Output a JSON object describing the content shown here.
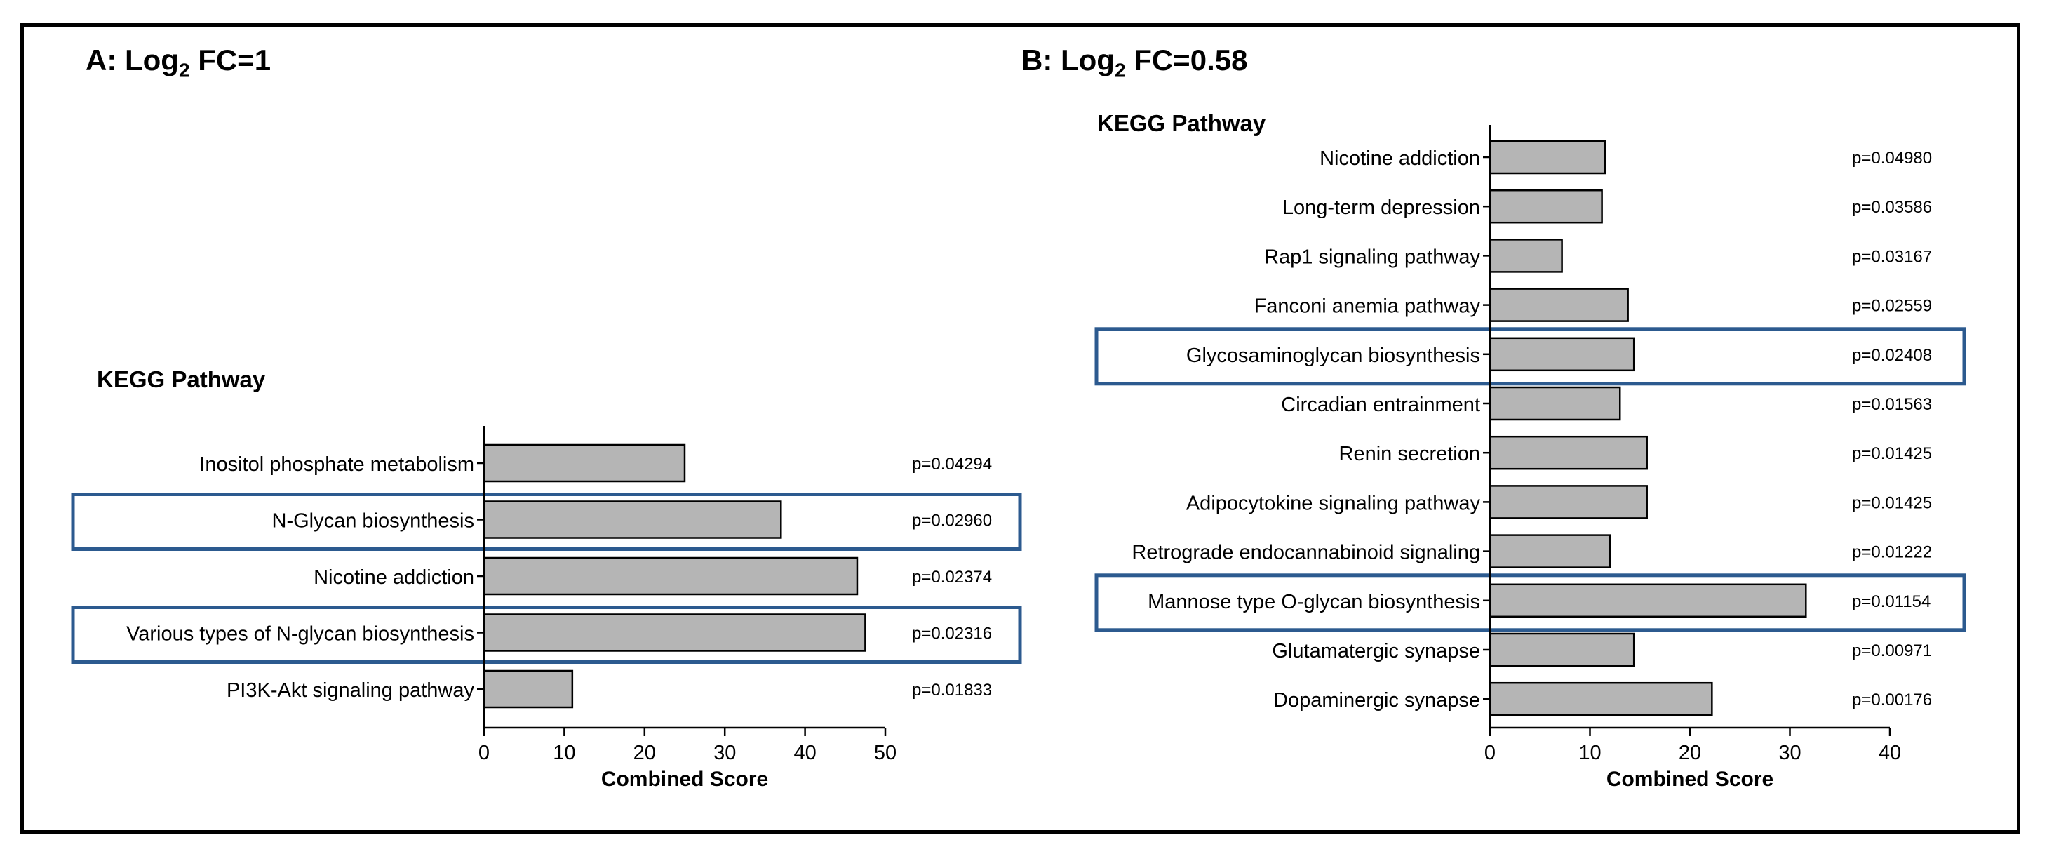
{
  "panels": [
    {
      "title": {
        "prefix": "A: Log",
        "subscript": "2",
        "suffix": " FC=1"
      },
      "kegg_heading": "KEGG Pathway"
    },
    {
      "title": {
        "prefix": "B: Log",
        "subscript": "2",
        "suffix": " FC=0.58"
      },
      "kegg_heading": "KEGG Pathway"
    }
  ],
  "colors": {
    "bar_fill": "#b5b5b5",
    "bar_stroke": "#000000",
    "highlight_box": "#2c5a8f",
    "border": "#000000"
  },
  "chart_data": [
    {
      "type": "bar",
      "orientation": "horizontal",
      "title": "A: Log2 FC=1",
      "heading": "KEGG Pathway",
      "categories": [
        "Inositol phosphate metabolism",
        "N-Glycan biosynthesis",
        "Nicotine addiction",
        "Various types of N-glycan biosynthesis",
        "PI3K-Akt signaling pathway"
      ],
      "values": [
        25,
        37,
        46.5,
        47.5,
        11
      ],
      "pvalues": [
        "p=0.04294",
        "p=0.02960",
        "p=0.02374",
        "p=0.02316",
        "p=0.01833"
      ],
      "highlighted": [
        "N-Glycan biosynthesis",
        "Various types of N-glycan biosynthesis"
      ],
      "xlabel": "Combined Score",
      "ylabel": "",
      "xlim": [
        0,
        50
      ],
      "xticks": [
        0,
        10,
        20,
        30,
        40,
        50
      ],
      "grid": false
    },
    {
      "type": "bar",
      "orientation": "horizontal",
      "title": "B: Log2 FC=0.58",
      "heading": "KEGG Pathway",
      "categories": [
        "Nicotine addiction",
        "Long-term depression",
        "Rap1 signaling pathway",
        "Fanconi anemia pathway",
        "Glycosaminoglycan biosynthesis",
        "Circadian entrainment",
        "Renin secretion",
        "Adipocytokine signaling pathway",
        "Retrograde endocannabinoid signaling",
        "Mannose type O-glycan biosynthesis",
        "Glutamatergic synapse",
        "Dopaminergic synapse"
      ],
      "values": [
        11.5,
        11.2,
        7.2,
        13.8,
        14.4,
        13,
        15.7,
        15.7,
        12,
        31.6,
        14.4,
        22.2
      ],
      "pvalues": [
        "p=0.04980",
        "p=0.03586",
        "p=0.03167",
        "p=0.02559",
        "p=0.02408",
        "p=0.01563",
        "p=0.01425",
        "p=0.01425",
        "p=0.01222",
        "p=0.01154",
        "p=0.00971",
        "p=0.00176"
      ],
      "highlighted": [
        "Glycosaminoglycan biosynthesis",
        "Mannose type O-glycan biosynthesis"
      ],
      "xlabel": "Combined Score",
      "ylabel": "",
      "xlim": [
        0,
        40
      ],
      "xticks": [
        0,
        10,
        20,
        30,
        40
      ],
      "grid": false
    }
  ]
}
